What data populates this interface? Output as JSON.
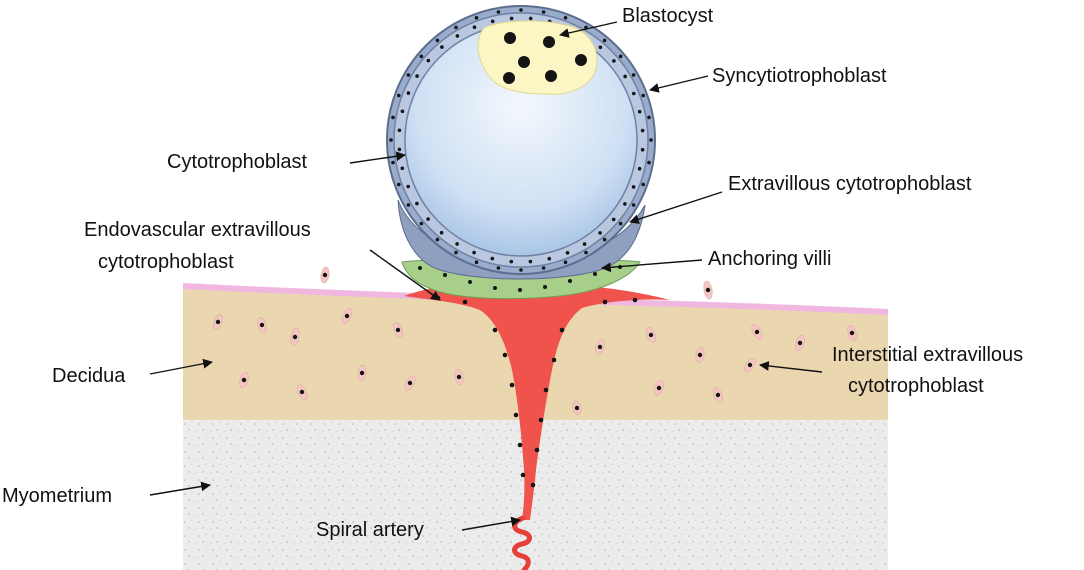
{
  "labels": {
    "blastocyst": "Blastocyst",
    "syncytiotrophoblast": "Syncytiotrophoblast",
    "cytotrophoblast": "Cytotrophoblast",
    "extravillous_cytotrophoblast": "Extravillous cytotrophoblast",
    "endovascular_line1": "Endovascular extravillous",
    "endovascular_line2": "cytotrophoblast",
    "anchoring_villi": "Anchoring villi",
    "decidua": "Decidua",
    "interstitial_line1": "Interstitial extravillous",
    "interstitial_line2": "cytotrophoblast",
    "myometrium": "Myometrium",
    "spiral_artery": "Spiral artery"
  },
  "colors": {
    "decidua": "#ead7b0",
    "decidua_surface": "#f0b8e0",
    "myometrium": "#ececec",
    "blastocyst_fill": "#bcd3ef",
    "trophoblast_layer": "#9aaccc",
    "inner_cell_mass": "#fbf6c4",
    "anchoring_villi": "#a7cf8a",
    "spiral_artery": "#f0524c",
    "nucleus": "#141414",
    "stromal_cell": "#f3c6c2"
  }
}
